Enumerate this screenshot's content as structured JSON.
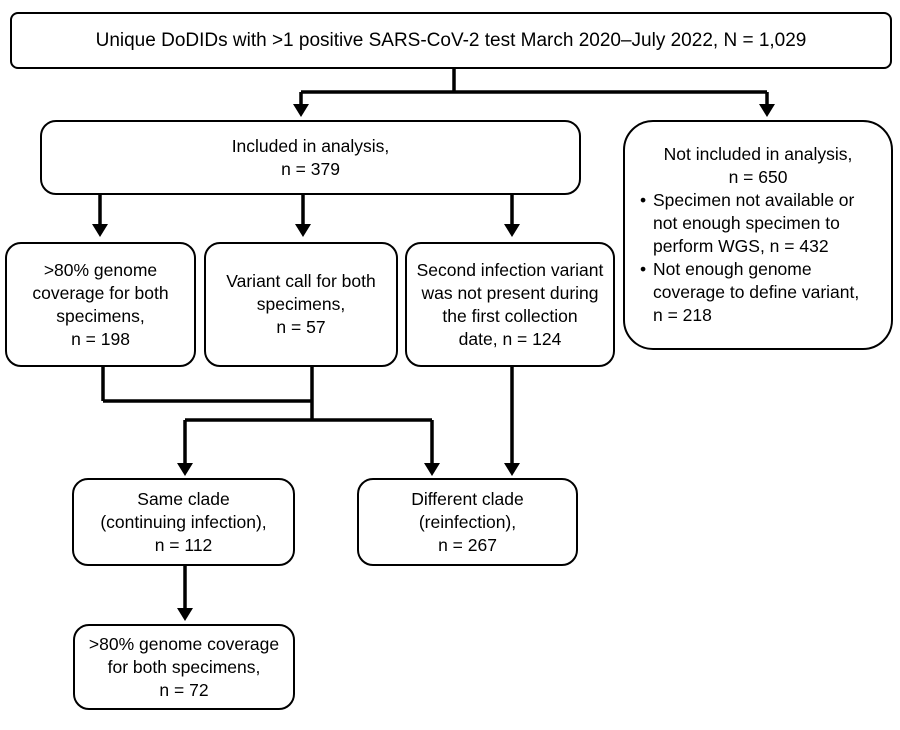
{
  "nodes": {
    "top": {
      "lines": [
        "Unique DoDIDs with >1 positive SARS-CoV-2 test March 2020–July 2022, N = 1,029"
      ]
    },
    "included": {
      "lines": [
        "Included in analysis,",
        "n = 379"
      ]
    },
    "not_included": {
      "title": "Not included in analysis,",
      "count": "n = 650",
      "bullets": [
        [
          "Specimen not available or",
          "not enough specimen to",
          "perform WGS, n = 432"
        ],
        [
          "Not enough genome",
          "coverage to define variant,",
          "n = 218"
        ]
      ]
    },
    "genome80": {
      "lines": [
        ">80% genome",
        "coverage for both",
        "specimens,",
        "n = 198"
      ]
    },
    "variant_call": {
      "lines": [
        "Variant call for both",
        "specimens,",
        "n = 57"
      ]
    },
    "second_infection": {
      "lines": [
        "Second infection variant",
        "was not present during",
        "the first collection",
        "date, n = 124"
      ]
    },
    "same_clade": {
      "lines": [
        "Same clade",
        "(continuing infection),",
        "n = 112"
      ]
    },
    "different_clade": {
      "lines": [
        "Different clade",
        "(reinfection),",
        "n = 267"
      ]
    },
    "genome80_final": {
      "lines": [
        ">80% genome coverage",
        "for both specimens,",
        "n = 72"
      ]
    }
  }
}
